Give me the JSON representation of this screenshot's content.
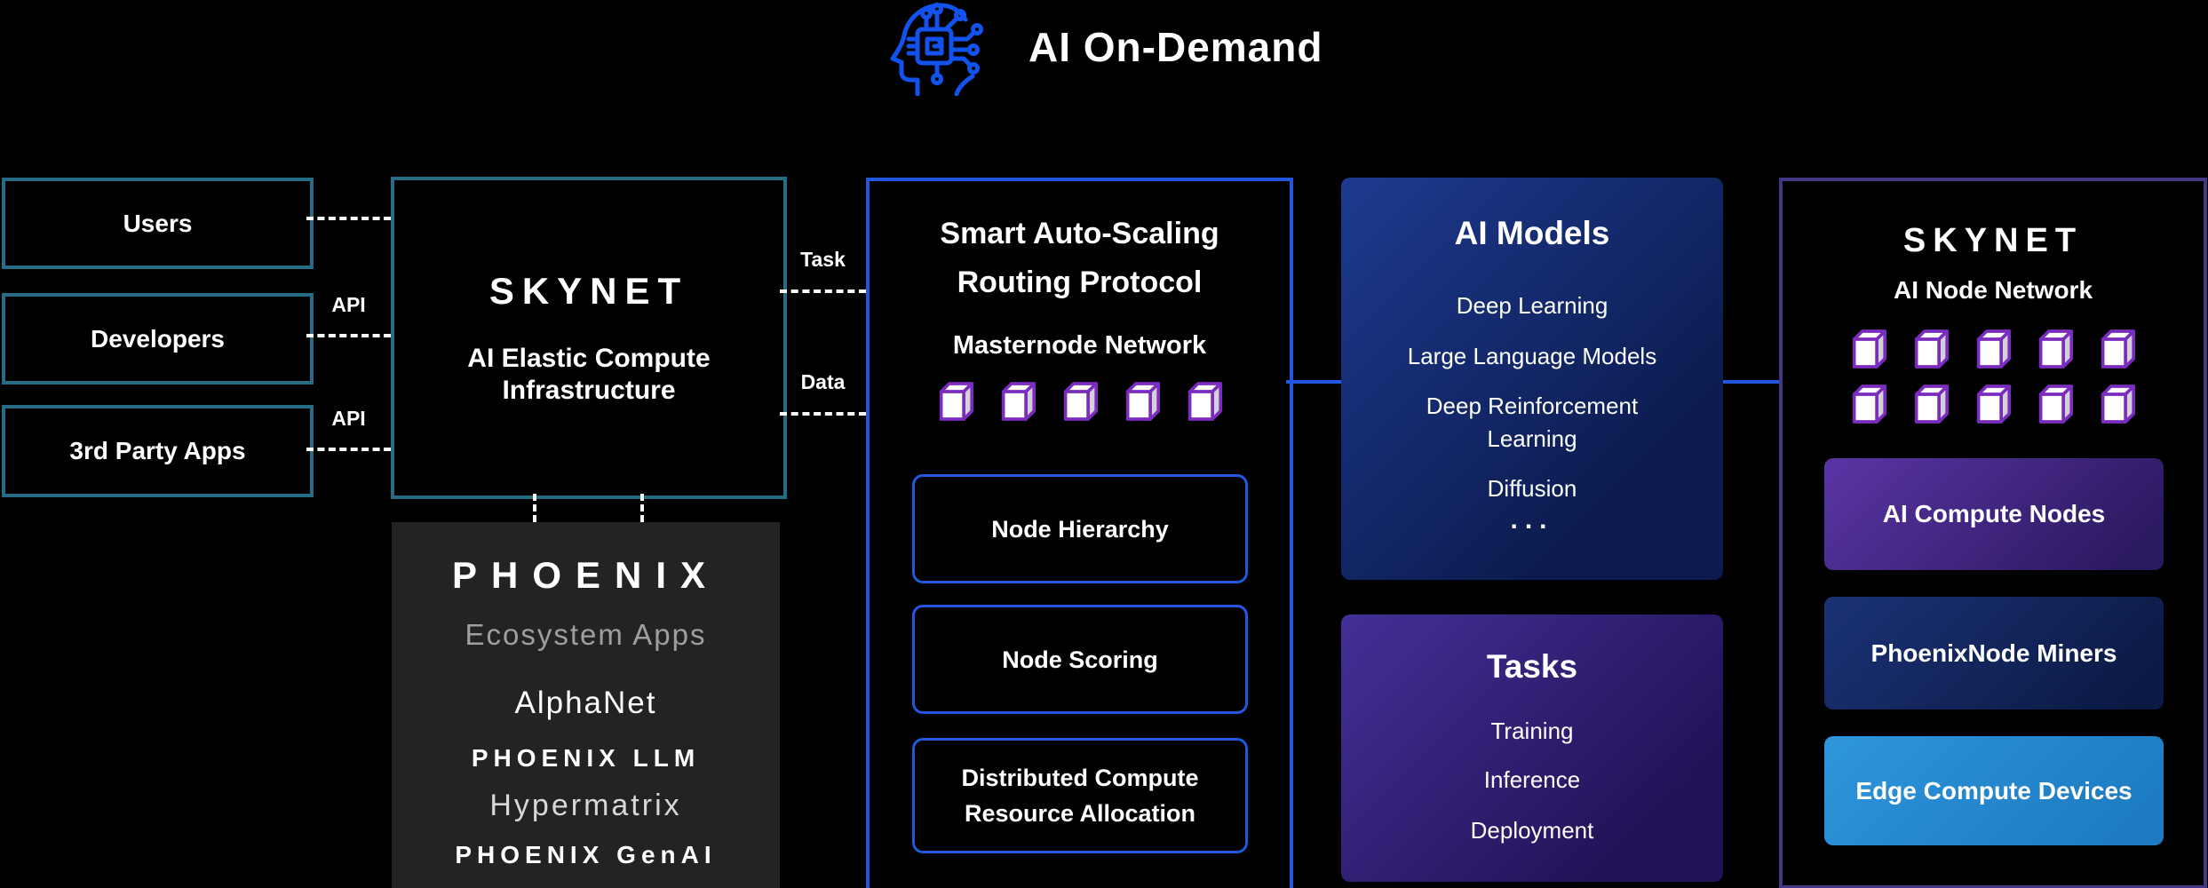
{
  "header": {
    "title": "AI On-Demand"
  },
  "clients": {
    "items": [
      {
        "label": "Users",
        "connector_label": ""
      },
      {
        "label": "Developers",
        "connector_label": "API"
      },
      {
        "label": "3rd Party Apps",
        "connector_label": "API"
      }
    ]
  },
  "skynet_infra": {
    "logo": "SKYNET",
    "title": "AI Elastic Compute Infrastructure"
  },
  "flows": {
    "task": "Task",
    "data": "Data"
  },
  "phoenix": {
    "logo": "PHOENIX",
    "subtitle": "Ecosystem Apps",
    "apps": [
      "AlphaNet",
      "PHOENIX LLM",
      "Hypermatrix",
      "PHOENIX GenAI"
    ]
  },
  "routing": {
    "title": "Smart Auto-Scaling Routing Protocol",
    "subtitle": "Masternode Network",
    "masternode_count": 5,
    "modules": [
      "Node Hierarchy",
      "Node Scoring",
      "Distributed Compute Resource Allocation"
    ]
  },
  "ai_models": {
    "title": "AI Models",
    "items": [
      "Deep Learning",
      "Large Language Models",
      "Deep Reinforcement Learning",
      "Diffusion",
      "..."
    ]
  },
  "tasks": {
    "title": "Tasks",
    "items": [
      "Training",
      "Inference",
      "Deployment"
    ]
  },
  "node_network": {
    "logo": "SKYNET",
    "title": "AI Node Network",
    "node_count": 10,
    "layers": [
      "AI Compute Nodes",
      "PhoenixNode Miners",
      "Edge Compute Devices"
    ]
  },
  "colors": {
    "teal_border": "#266c84",
    "blue_accent": "#2357e0",
    "purple_border": "#453585",
    "cube_purple": "#7b2cbe",
    "icon_blue": "#1253f0"
  }
}
